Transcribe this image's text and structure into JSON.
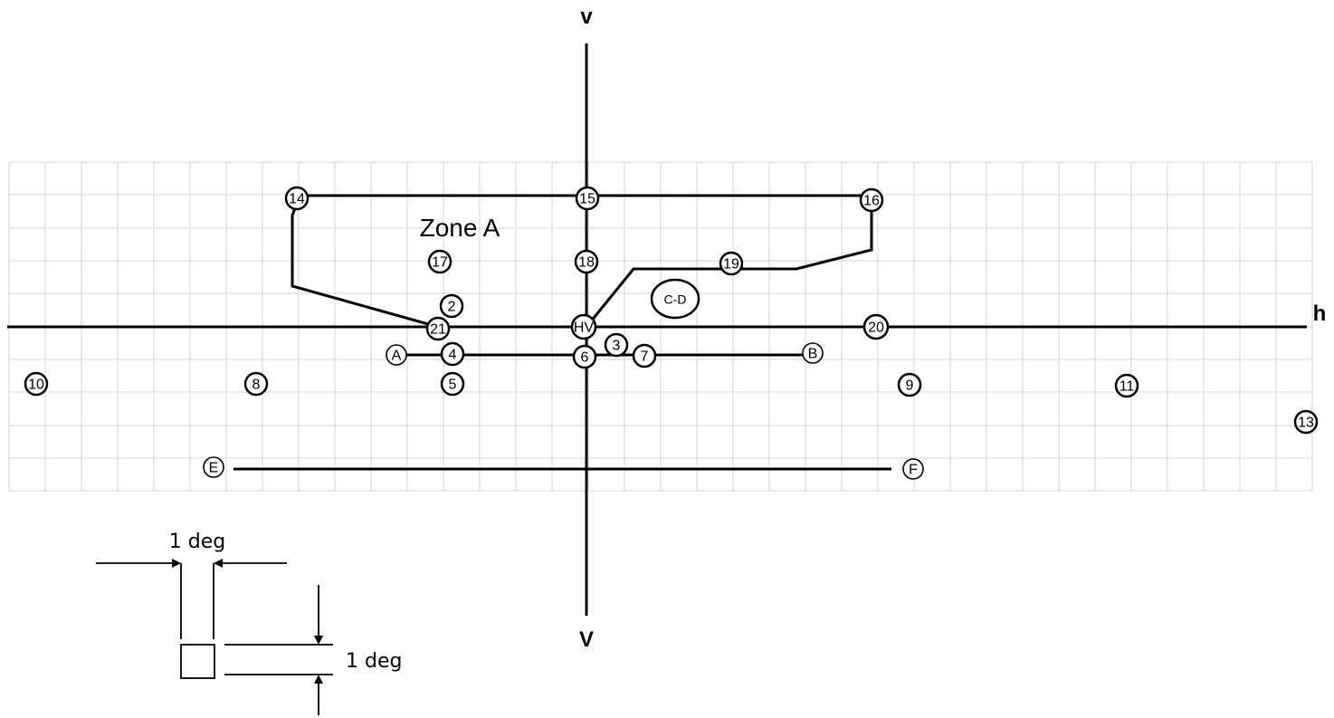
{
  "axes": {
    "vertical_top_label": "v",
    "vertical_bottom_label": "V",
    "horizontal_label": "h"
  },
  "zone_label": "Zone A",
  "points": [
    {
      "id": "p14",
      "label": "14"
    },
    {
      "id": "p15",
      "label": "15"
    },
    {
      "id": "p16",
      "label": "16"
    },
    {
      "id": "p17",
      "label": "17"
    },
    {
      "id": "p18",
      "label": "18"
    },
    {
      "id": "p19",
      "label": "19"
    },
    {
      "id": "pCD",
      "label": "C-D"
    },
    {
      "id": "p2",
      "label": "2"
    },
    {
      "id": "p21",
      "label": "21"
    },
    {
      "id": "pHV",
      "label": "HV"
    },
    {
      "id": "p20",
      "label": "20"
    },
    {
      "id": "pA",
      "label": "A"
    },
    {
      "id": "p4",
      "label": "4"
    },
    {
      "id": "p6",
      "label": "6"
    },
    {
      "id": "p3",
      "label": "3"
    },
    {
      "id": "p7",
      "label": "7"
    },
    {
      "id": "pB",
      "label": "B"
    },
    {
      "id": "p10",
      "label": "10"
    },
    {
      "id": "p8",
      "label": "8"
    },
    {
      "id": "p5",
      "label": "5"
    },
    {
      "id": "p9",
      "label": "9"
    },
    {
      "id": "p11",
      "label": "11"
    },
    {
      "id": "p13",
      "label": "13"
    },
    {
      "id": "pE",
      "label": "E"
    },
    {
      "id": "pF",
      "label": "F"
    }
  ],
  "scale": {
    "horizontal_label": "1 deg",
    "vertical_label": "1 deg"
  }
}
